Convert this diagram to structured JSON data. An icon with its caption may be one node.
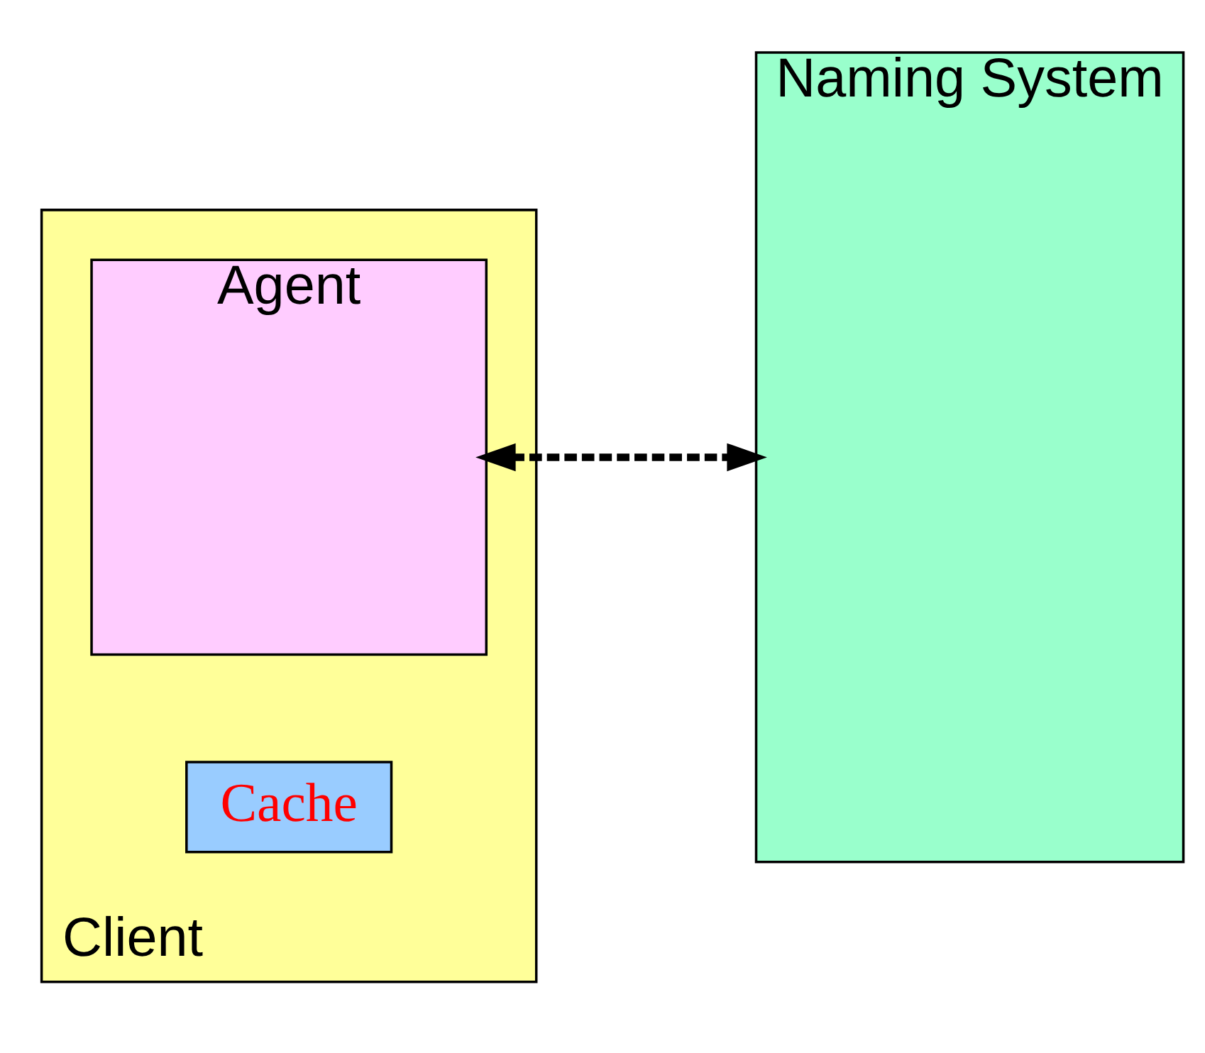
{
  "diagram": {
    "nodes": [
      {
        "text": [
          "Client"
        ]
      },
      {
        "text": [
          "Agent"
        ],
        "in": 0
      },
      {
        "text": [
          "Cache"
        ],
        "in": 0
      },
      {
        "text": [
          "Naming System"
        ]
      }
    ],
    "edges": [
      {
        "from": 1,
        "to": 3,
        "arrow": "both",
        "style": "dashed"
      }
    ]
  }
}
